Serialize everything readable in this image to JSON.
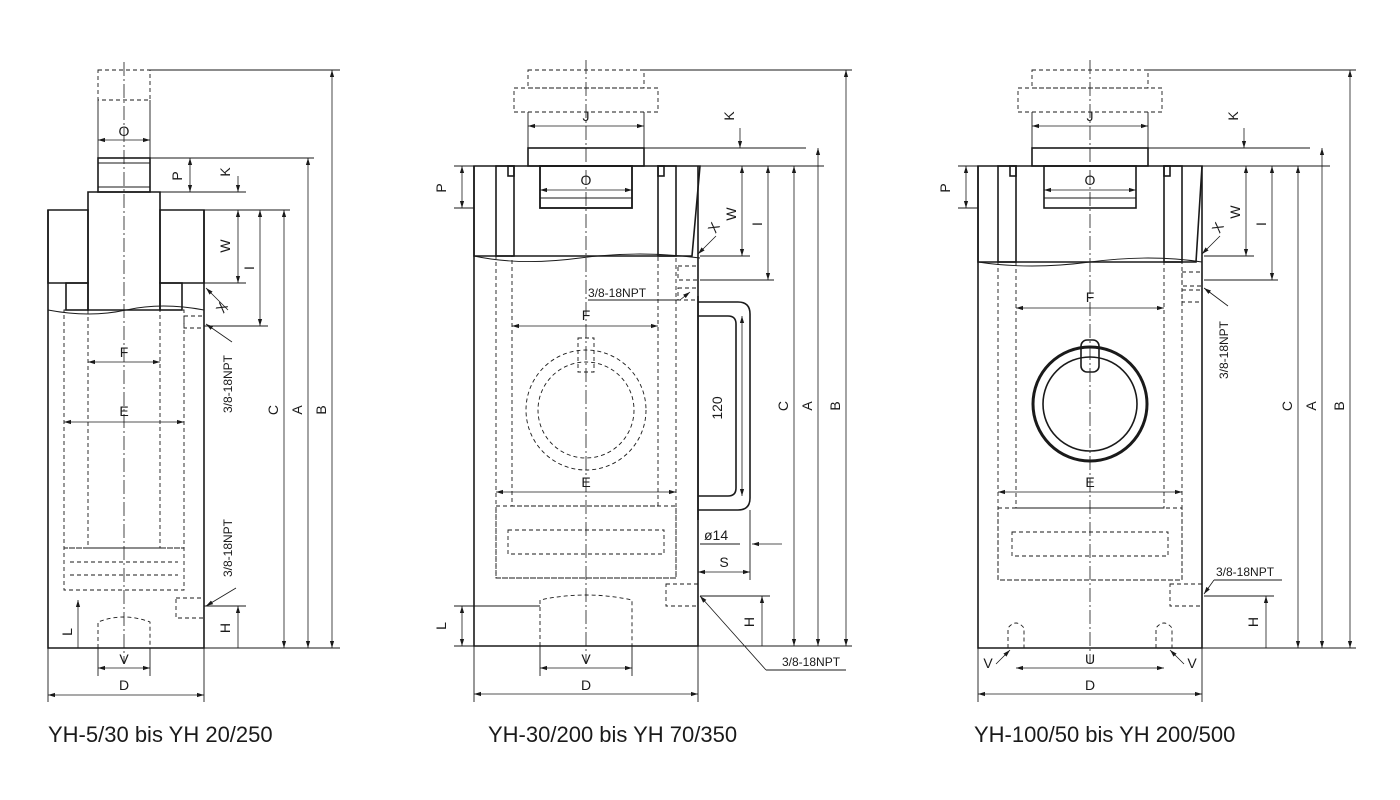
{
  "colors": {
    "line": "#1a1a1a",
    "background": "#ffffff"
  },
  "views": [
    {
      "caption": "YH-5/30 bis YH 20/250",
      "labels": {
        "o": "O",
        "p": "P",
        "k": "K",
        "w": "W",
        "i": "I",
        "x": "X",
        "f": "F",
        "e": "E",
        "npt_top": "3/8-18NPT",
        "npt_bottom": "3/8-18NPT",
        "c": "C",
        "a": "A",
        "b": "B",
        "l": "L",
        "h": "H",
        "v": "V",
        "d": "D"
      }
    },
    {
      "caption": "YH-30/200 bis YH 70/350",
      "labels": {
        "j": "J",
        "k": "K",
        "p": "P",
        "o": "O",
        "x": "X",
        "w": "W",
        "i": "I",
        "npt_top": "3/8-18NPT",
        "f": "F",
        "handle": "120",
        "e": "E",
        "c": "C",
        "a": "A",
        "b": "B",
        "dia": "ø14",
        "s": "S",
        "l": "L",
        "h": "H",
        "v": "V",
        "d": "D",
        "npt_bottom": "3/8-18NPT"
      }
    },
    {
      "caption": "YH-100/50 bis YH 200/500",
      "labels": {
        "j": "J",
        "k": "K",
        "p": "P",
        "o": "O",
        "x": "X",
        "w": "W",
        "i": "I",
        "f": "F",
        "npt_top": "3/8-18NPT",
        "e": "E",
        "c": "C",
        "a": "A",
        "b": "B",
        "npt_bottom": "3/8-18NPT",
        "h": "H",
        "v_left": "V",
        "u": "U",
        "v_right": "V",
        "d": "D"
      }
    }
  ]
}
